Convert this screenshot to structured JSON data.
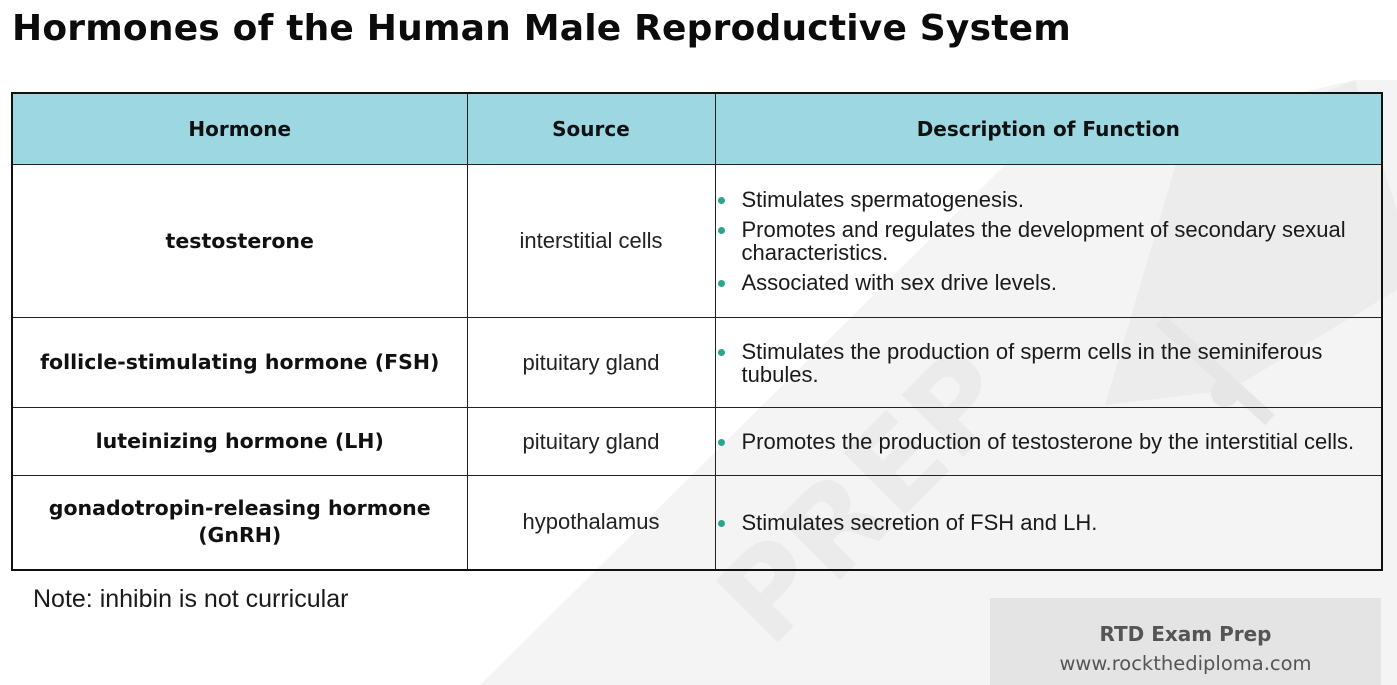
{
  "title": "Hormones of the Human Male Reproductive System",
  "table": {
    "headers": [
      "Hormone",
      "Source",
      "Description of Function"
    ],
    "rows": [
      {
        "hormone": "testosterone",
        "source": "interstitial cells",
        "functions": [
          "Stimulates spermatogenesis.",
          "Promotes and regulates the development of secondary sexual characteristics.",
          "Associated with sex drive levels."
        ]
      },
      {
        "hormone": "follicle-stimulating hormone (FSH)",
        "source": "pituitary gland",
        "functions": [
          "Stimulates the production of sperm cells in the seminiferous tubules."
        ]
      },
      {
        "hormone": "luteinizing hormone (LH)",
        "source": "pituitary gland",
        "functions": [
          "Promotes the production of testosterone by the interstitial cells."
        ]
      },
      {
        "hormone": "gonadotropin-releasing hormone (GnRH)",
        "source": "hypothalamus",
        "functions": [
          "Stimulates secretion of FSH and LH."
        ]
      }
    ]
  },
  "note": "Note: inhibin is not curricular",
  "brand": {
    "name": "RTD Exam Prep",
    "url": "www.rockthediploma.com",
    "watermark_text": "PREP"
  },
  "colors": {
    "header_bg": "#9dd8e2",
    "bullet": "#2aa58d",
    "brand_box": "#e4e4e4",
    "watermark": "#f3f3f3"
  }
}
